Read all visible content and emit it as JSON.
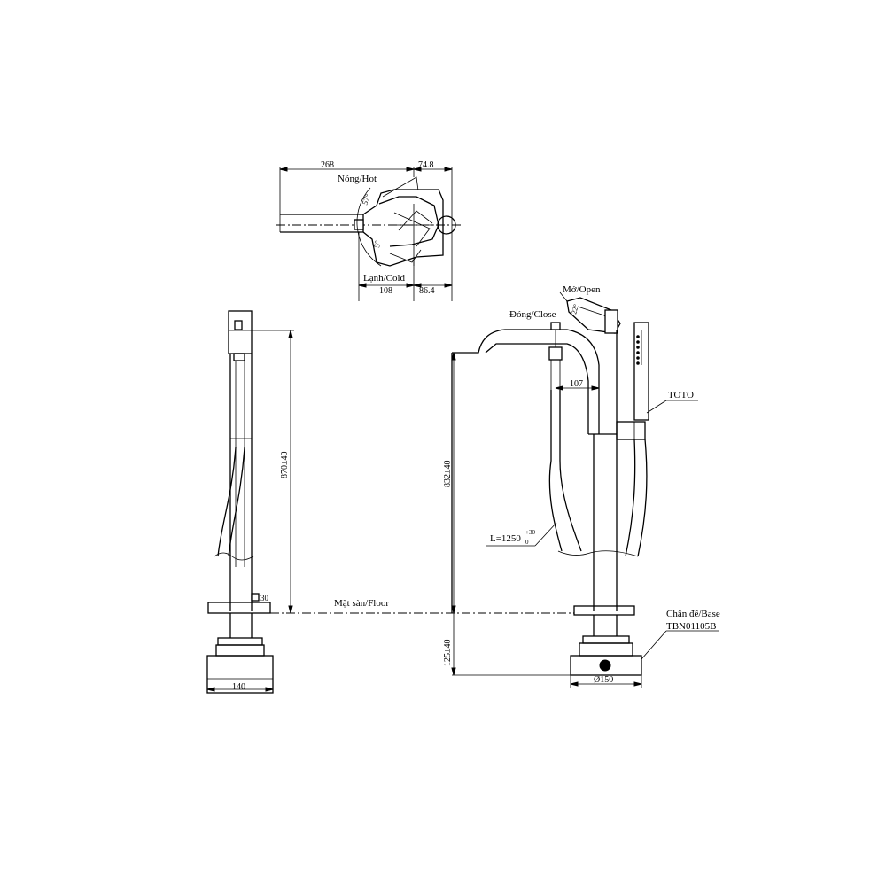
{
  "top_view": {
    "dim_left": "268",
    "dim_right": "74.8",
    "hot_label": "Nóng/Hot",
    "cold_label": "Lạnh/Cold",
    "angle_hot": "57°",
    "angle_cold": "5°",
    "dim_bottom_left": "108",
    "dim_bottom_right": "86.4"
  },
  "side_view": {
    "height_dim": "870±40",
    "step_dim": "30",
    "base_dim": "140"
  },
  "front_view": {
    "open_label": "Mở/Open",
    "close_label": "Đóng/Close",
    "angle_open": "22°",
    "reach_dim": "107",
    "brand_label": "TOTO",
    "height_dim": "832±40",
    "hose_length": "L=1250",
    "hose_tol_upper": "+30",
    "hose_tol_lower": "0",
    "base_label": "Chân đế/Base",
    "base_model": "TBN01105B",
    "below_floor_dim": "125±40",
    "base_diameter": "Ø150"
  },
  "floor_label": "Mặt sàn/Floor"
}
